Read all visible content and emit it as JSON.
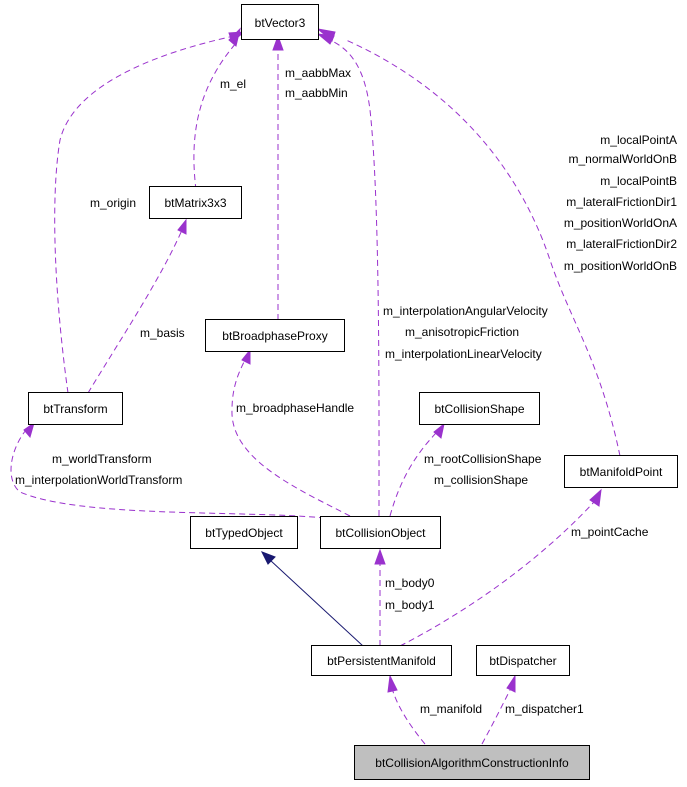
{
  "nodes": {
    "btVector3": "btVector3",
    "btMatrix3x3": "btMatrix3x3",
    "btTransform": "btTransform",
    "btBroadphaseProxy": "btBroadphaseProxy",
    "btCollisionShape": "btCollisionShape",
    "btManifoldPoint": "btManifoldPoint",
    "btTypedObject": "btTypedObject",
    "btCollisionObject": "btCollisionObject",
    "btPersistentManifold": "btPersistentManifold",
    "btDispatcher": "btDispatcher",
    "btCollisionAlgorithmConstructionInfo": "btCollisionAlgorithmConstructionInfo"
  },
  "edge_labels": {
    "m_el": "m_el",
    "m_origin": "m_origin",
    "m_basis": "m_basis",
    "m_aabbMax": "m_aabbMax",
    "m_aabbMin": "m_aabbMin",
    "m_localPointA": "m_localPointA",
    "m_normalWorldOnB": "m_normalWorldOnB",
    "m_localPointB": "m_localPointB",
    "m_lateralFrictionDir1": "m_lateralFrictionDir1",
    "m_positionWorldOnA": "m_positionWorldOnA",
    "m_lateralFrictionDir2": "m_lateralFrictionDir2",
    "m_positionWorldOnB": "m_positionWorldOnB",
    "m_interpolationAngularVelocity": "m_interpolationAngularVelocity",
    "m_anisotropicFriction": "m_anisotropicFriction",
    "m_interpolationLinearVelocity": "m_interpolationLinearVelocity",
    "m_broadphaseHandle": "m_broadphaseHandle",
    "m_worldTransform": "m_worldTransform",
    "m_interpolationWorldTransform": "m_interpolationWorldTransform",
    "m_rootCollisionShape": "m_rootCollisionShape",
    "m_collisionShape": "m_collisionShape",
    "m_pointCache": "m_pointCache",
    "m_body0": "m_body0",
    "m_body1": "m_body1",
    "m_manifold": "m_manifold",
    "m_dispatcher1": "m_dispatcher1"
  },
  "colors": {
    "usage_edge": "#9a32cd",
    "inheritance_edge": "#191970",
    "highlight_fill": "#bfbfbf"
  }
}
